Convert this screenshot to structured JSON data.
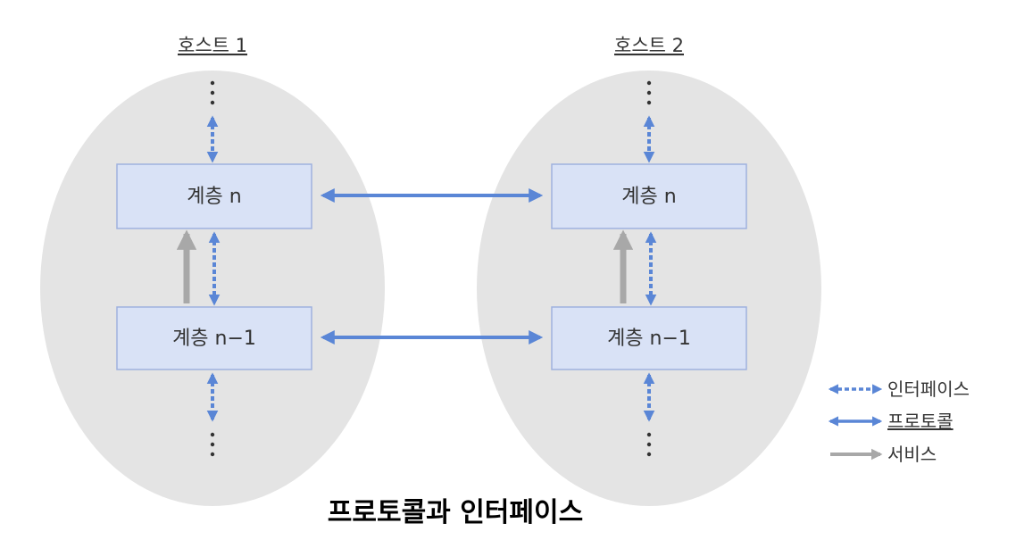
{
  "hosts": [
    {
      "label": "호스트 1",
      "layers": [
        {
          "label": "계층 n"
        },
        {
          "label": "계층 n−1"
        }
      ]
    },
    {
      "label": "호스트 2",
      "layers": [
        {
          "label": "계층 n"
        },
        {
          "label": "계층 n−1"
        }
      ]
    }
  ],
  "legend": {
    "interface": "인터페이스",
    "protocol": "프로토콜",
    "service": "서비스"
  },
  "caption": "프로토콜과 인터페이스",
  "colors": {
    "ellipse": "#e4e4e4",
    "layer_fill": "#d9e2f6",
    "layer_stroke": "#9fb1de",
    "arrow_blue": "#5a86d6",
    "arrow_gray": "#a8a8a8"
  }
}
